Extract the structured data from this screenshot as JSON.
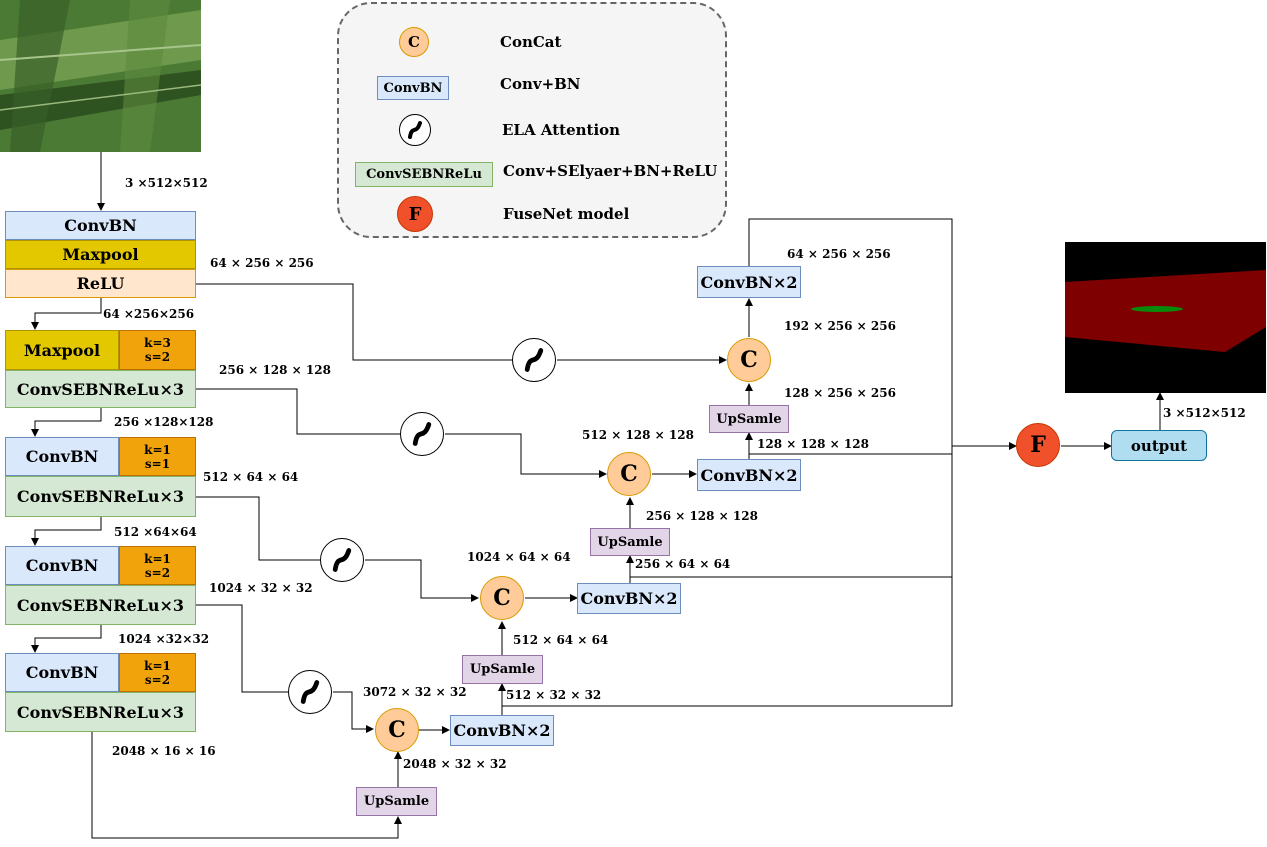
{
  "legend": {
    "concat_symbol": "C",
    "concat_text": "ConCat",
    "convbn_box": "ConvBN",
    "convbn_text": "Conv+BN",
    "ela_text": "ELA  Attention",
    "cse_box": "ConvSEBNReLu",
    "cse_text": "Conv+SElyaer+BN+ReLU",
    "fuse_symbol": "F",
    "fuse_text": "FuseNet model"
  },
  "encoder": {
    "convbn": "ConvBN",
    "maxpool": "Maxpool",
    "relu": "ReLU",
    "maxpool2": "Maxpool",
    "k3": "k=3",
    "s2a": "s=2",
    "cse1": "ConvSEBNReLu×3",
    "convbn2": "ConvBN",
    "k1a": "k=1",
    "s1": "s=1",
    "cse2": "ConvSEBNReLu×3",
    "convbn3": "ConvBN",
    "k1b": "k=1",
    "s2b": "s=2",
    "cse3": "ConvSEBNReLu×3",
    "convbn4": "ConvBN",
    "k1c": "k=1",
    "s2c": "s=2",
    "cse4": "ConvSEBNReLu×3"
  },
  "decoder": {
    "c": "C",
    "convbn2x": "ConvBN×2",
    "upsample": "UpSamle",
    "fuse": "F",
    "output": "output"
  },
  "labels": {
    "in_dim": "3 ×512×512",
    "l1": "64 × 256 × 256",
    "l2": "64 ×256×256",
    "l3": "256 × 128 × 128",
    "l4": "256 ×128×128",
    "l5": "512 × 64 × 64",
    "l6": "512 ×64×64",
    "l7": "1024 × 32 × 32",
    "l8": "1024 ×32×32",
    "l9": "2048 × 16 × 16",
    "d1": "3072 × 32 × 32",
    "d2": "2048 × 32 × 32",
    "d3": "512 × 32 × 32",
    "d4": "512 × 64 × 64",
    "d5": "1024 × 64 × 64",
    "d6": "256 × 64 × 64",
    "d7": "256 × 128 × 128",
    "d8": "512 × 128 × 128",
    "d9": "128 × 128 × 128",
    "d10": "128 × 256 × 256",
    "d11": "192 × 256 × 256",
    "d12": "64 × 256 × 256",
    "out_dim": "3 ×512×512"
  },
  "colors": {
    "convbn": "#dae8fc",
    "maxpool": "#e3c800",
    "relu": "#ffe6cc",
    "cse": "#d5e8d4",
    "kernel": "#f0a30a",
    "upsample": "#e1d5e7",
    "concat": "#ffcc99",
    "fuse": "#f0502a",
    "output": "#b1ddf0",
    "mask_bg": "#000000",
    "mask_leaf": "#7f0000",
    "mask_lesion": "#008000",
    "photo_leaf": "#3f6b2a"
  }
}
